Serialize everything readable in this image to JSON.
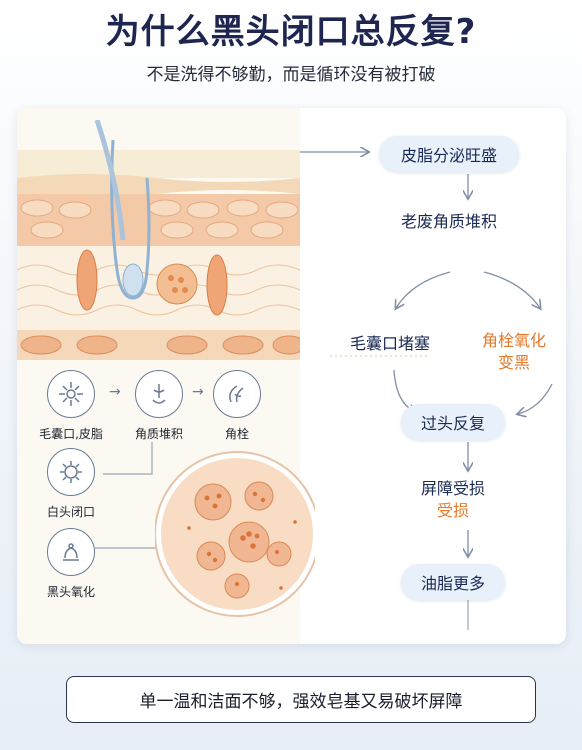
{
  "title": "为什么黑头闭口总反复?",
  "subtitle": "不是洗得不够勤，而是循环没有被打破",
  "left_icons": [
    {
      "label": "毛囊口,皮脂",
      "icon": "sebum-icon"
    },
    {
      "label": "角质堆积",
      "icon": "keratin-icon"
    },
    {
      "label": "角栓",
      "icon": "plug-icon"
    },
    {
      "label": "白头闭口",
      "icon": "whitehead-icon"
    },
    {
      "label": "黑头氧化",
      "icon": "blackhead-icon"
    }
  ],
  "flow": {
    "sebum": "皮脂分泌旺盛",
    "keratin": "老废角质堆积",
    "clog": "毛囊口堵塞",
    "oxidize_line1": "角栓氧化",
    "oxidize_line2": "变黑",
    "overclean": "过头反复",
    "barrier_line1": "屏障受损",
    "barrier_line2": "受损",
    "more_oil": "油脂更多"
  },
  "bottom_note": "单一温和洁面不够，强效皂基又易破坏屏障",
  "colors": {
    "navy": "#1d2550",
    "accent_orange": "#e07a2c",
    "pill_bg": "#e8f0fa",
    "skin_peach": "#f3c9a8"
  }
}
